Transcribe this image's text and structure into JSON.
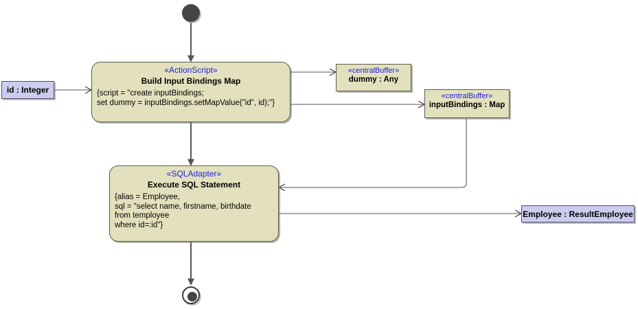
{
  "diagram": {
    "type": "uml-activity-diagram",
    "title": "",
    "colors": {
      "action_fill": "#e3e1bd",
      "buffer_fill": "#e3e1bd",
      "param_fill": "#ccccee",
      "stereotype_text": "#2222dd",
      "node_border": "#5a5a4a",
      "edge_stroke": "#555555",
      "canvas_background": "#ffffff"
    },
    "nodes": {
      "initial": {
        "name": "initial-node",
        "shape": "filled-circle"
      },
      "final": {
        "name": "activity-final-node",
        "shape": "circle-in-circle"
      },
      "input_parameter": {
        "label": "id : Integer"
      },
      "action_build": {
        "stereotype": "«ActionScript»",
        "name": "Build Input Bindings Map",
        "body": "{script = \"create inputBindings;\nset dummy = inputBindings.setMapValue(\"id\", id);\"}"
      },
      "buffer_dummy": {
        "stereotype": "«centralBuffer»",
        "name": "dummy : Any"
      },
      "buffer_input_bindings": {
        "stereotype": "«centralBuffer»",
        "name": "inputBindings : Map"
      },
      "action_sql": {
        "stereotype": "«SQLAdapter»",
        "name": "Execute SQL Statement",
        "body": "{alias = Employee,\nsql = \"select name, firstname, birthdate\nfrom temployee\nwhere id=:id\"}"
      },
      "result_parameter": {
        "label": "Employee : ResultEmployee"
      }
    },
    "edges": [
      {
        "name": "initial-to-build",
        "from": "initial",
        "to": "action_build"
      },
      {
        "name": "input-parameter-to-build",
        "from": "input_parameter",
        "to": "action_build"
      },
      {
        "name": "build-to-dummy",
        "from": "action_build",
        "to": "buffer_dummy"
      },
      {
        "name": "build-to-input-bindings",
        "from": "action_build",
        "to": "buffer_input_bindings"
      },
      {
        "name": "build-to-execute-sql",
        "from": "action_build",
        "to": "action_sql"
      },
      {
        "name": "input-bindings-to-execute-sql",
        "from": "buffer_input_bindings",
        "to": "action_sql"
      },
      {
        "name": "execute-sql-to-result",
        "from": "action_sql",
        "to": "result_parameter"
      },
      {
        "name": "execute-sql-to-final",
        "from": "action_sql",
        "to": "final"
      }
    ]
  }
}
